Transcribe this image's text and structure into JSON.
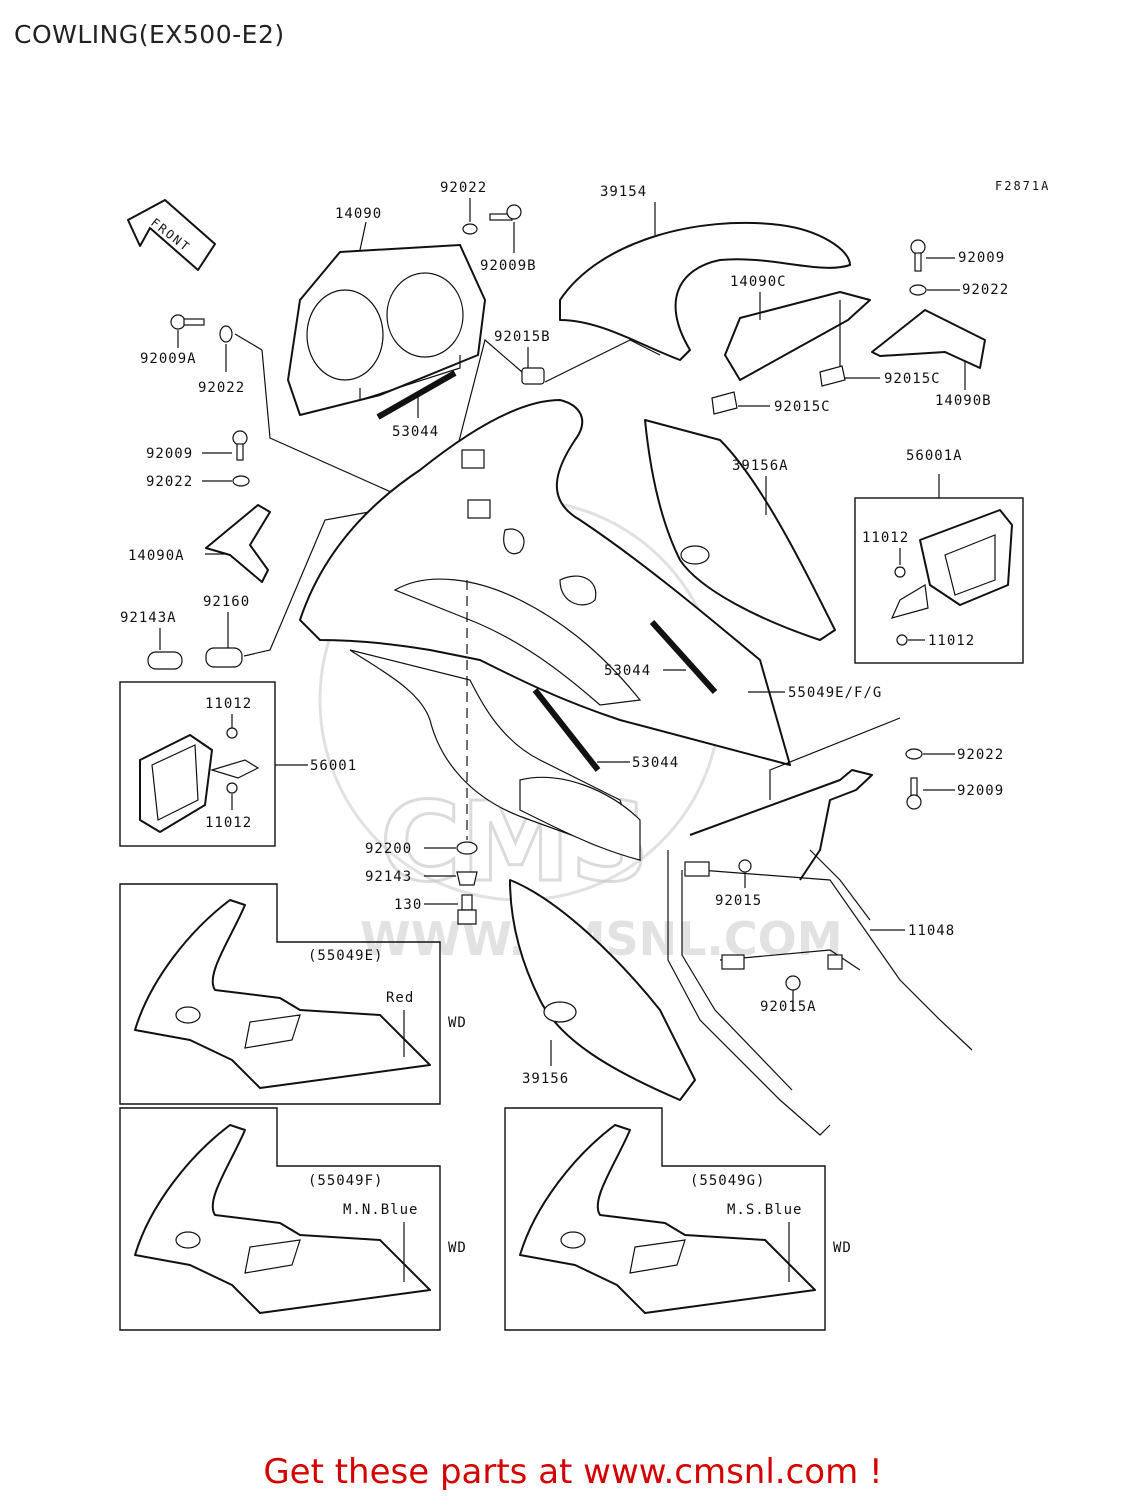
{
  "title": "COWLING(EX500-E2)",
  "figure_code": "F2871A",
  "front_label": "FRONT",
  "watermark": {
    "brand": "CMS",
    "url": "WWW.CMSNL.COM"
  },
  "footer": "Get these parts at www.cmsnl.com !",
  "parts": {
    "p14090": "14090",
    "p92022_top": "92022",
    "p92009B": "92009B",
    "p39154": "39154",
    "p92009_right": "92009",
    "p92022_right": "92022",
    "p14090C": "14090C",
    "p92015C_a": "92015C",
    "p92015C_b": "92015C",
    "p14090B": "14090B",
    "p92009A": "92009A",
    "p92022_left": "92022",
    "p92015B": "92015B",
    "p53044_top": "53044",
    "p92009_left": "92009",
    "p92022_left2": "92022",
    "p14090A": "14090A",
    "p39156A": "39156A",
    "p56001A": "56001A",
    "p11012_a": "11012",
    "p11012_b": "11012",
    "p92143A": "92143A",
    "p92160": "92160",
    "p53044_mid": "53044",
    "p55049EFG": "55049E/F/G",
    "p11012_c": "11012",
    "p11012_d": "11012",
    "p56001": "56001",
    "p53044_low": "53044",
    "p92022_low": "92022",
    "p92009_low": "92009",
    "p92200": "92200",
    "p92143": "92143",
    "p130": "130",
    "p92015": "92015",
    "p11048": "11048",
    "p92015A": "92015A",
    "p39156": "39156"
  },
  "variants": [
    {
      "code": "(55049E)",
      "color": "Red",
      "wd": "WD"
    },
    {
      "code": "(55049F)",
      "color": "M.N.Blue",
      "wd": "WD"
    },
    {
      "code": "(55049G)",
      "color": "M.S.Blue",
      "wd": "WD"
    }
  ]
}
